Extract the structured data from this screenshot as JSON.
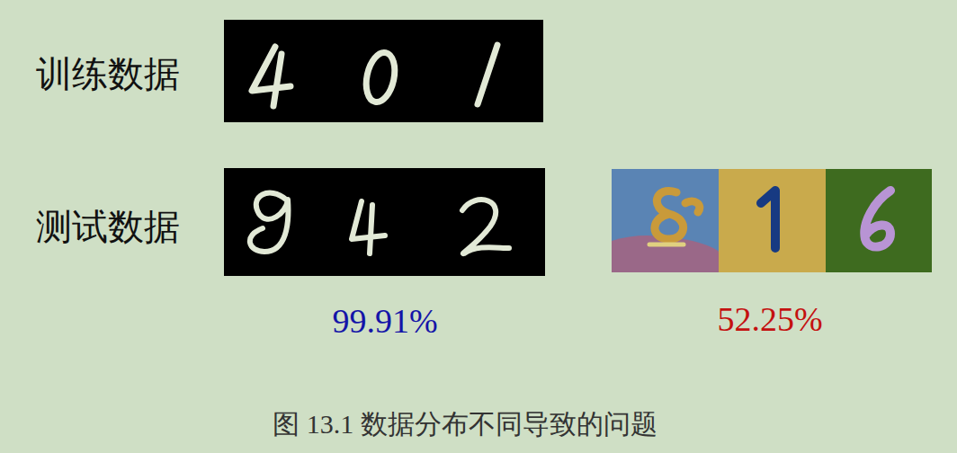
{
  "diagram": {
    "caption": "图 13.1 数据分布不同导致的问题",
    "labels": [
      "训练数据",
      "测试数据",
      "99.91%",
      "52.25%"
    ]
  }
}
